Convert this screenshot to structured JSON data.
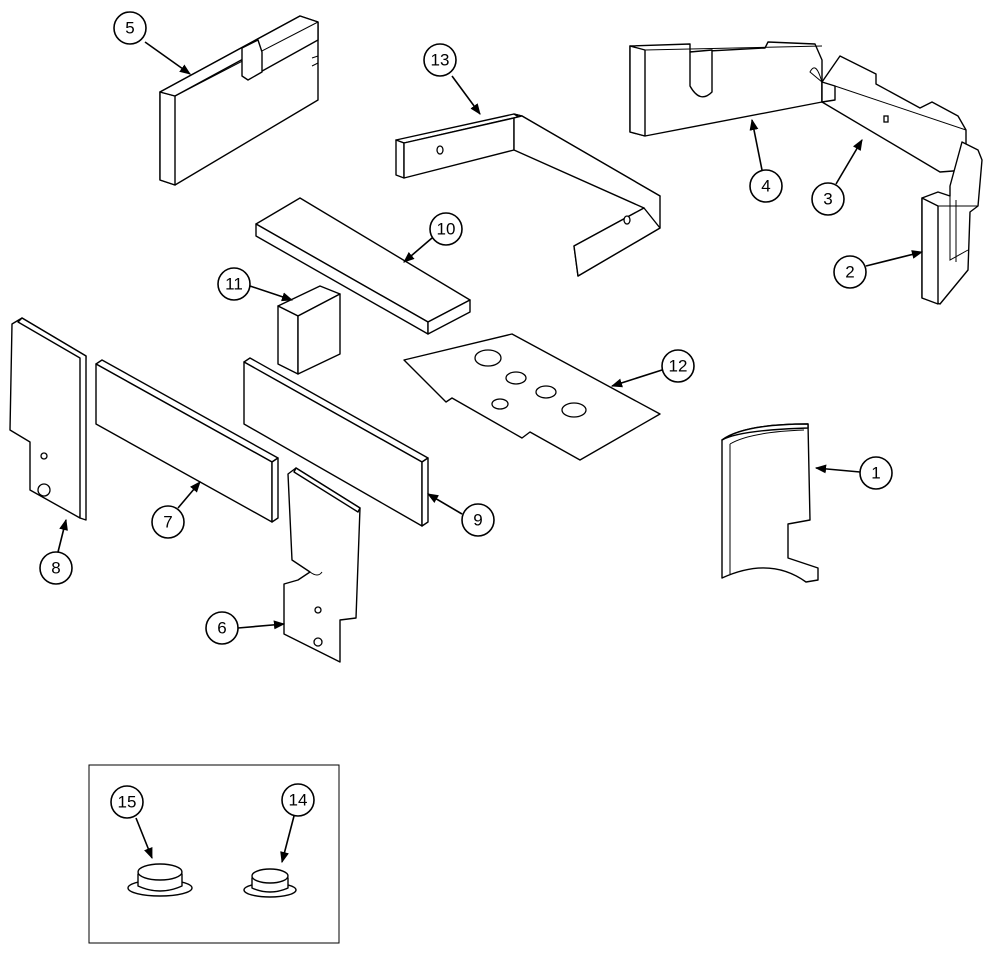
{
  "callouts": {
    "c1": "1",
    "c2": "2",
    "c3": "3",
    "c4": "4",
    "c5": "5",
    "c6": "6",
    "c7": "7",
    "c8": "8",
    "c9": "9",
    "c10": "10",
    "c11": "11",
    "c12": "12",
    "c13": "13",
    "c14": "14",
    "c15": "15"
  },
  "colors": {
    "line": "#000000",
    "fill": "#ffffff"
  }
}
